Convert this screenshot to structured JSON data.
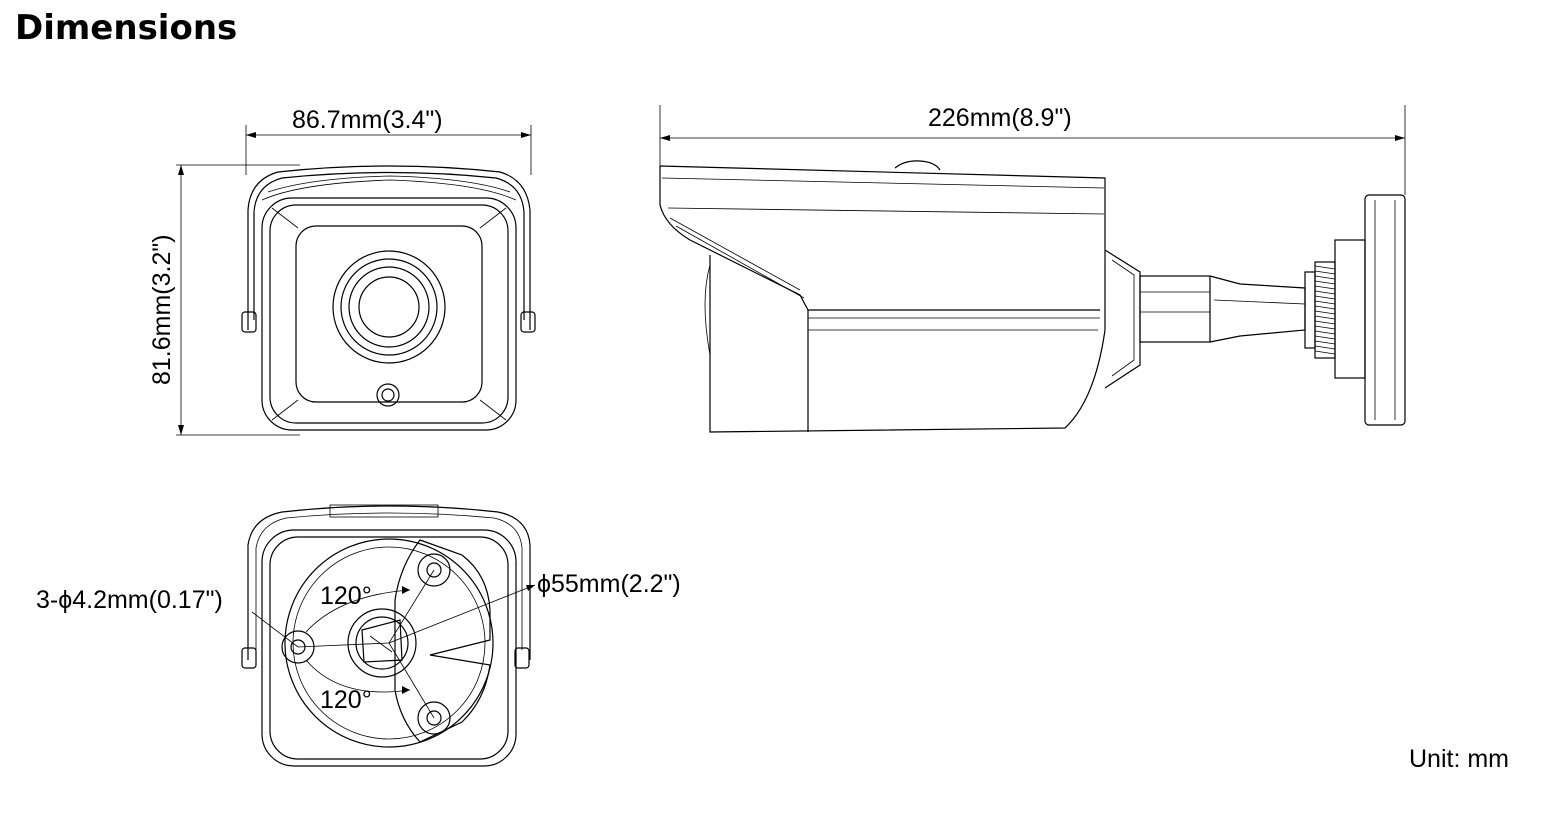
{
  "title": "Dimensions",
  "dims": {
    "front_width": "86.7mm(3.4\")",
    "front_height": "81.6mm(3.2\")",
    "side_length": "226mm(8.9\")",
    "mount_holes": "3-ϕ4.2mm(0.17\")",
    "mount_diameter": "ϕ55mm(2.2\")",
    "angle_top": "120°",
    "angle_bottom": "120°"
  },
  "unit": "Unit: mm"
}
